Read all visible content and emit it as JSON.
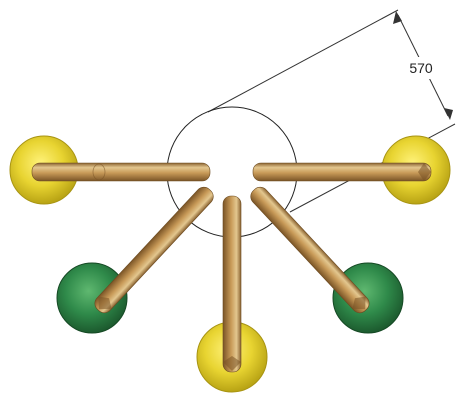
{
  "dimension": {
    "label": "570"
  },
  "colors": {
    "pad_yellow": "#e8d431",
    "pad_yellow_dark": "#b8a314",
    "pad_green": "#2f8a4a",
    "pad_green_dark": "#1c5a2e",
    "pole_light": "#e3c78f",
    "pole_mid": "#c89a58",
    "pole_dark": "#8a6230",
    "line": "#333333"
  },
  "elements": {
    "hub": "hub-circle",
    "poles": [
      "pole-left",
      "pole-lower-left",
      "pole-bottom",
      "pole-lower-right",
      "pole-right"
    ],
    "pads": [
      "pad-left-yellow",
      "pad-lower-left-green",
      "pad-bottom-yellow",
      "pad-lower-right-green",
      "pad-right-yellow"
    ]
  }
}
